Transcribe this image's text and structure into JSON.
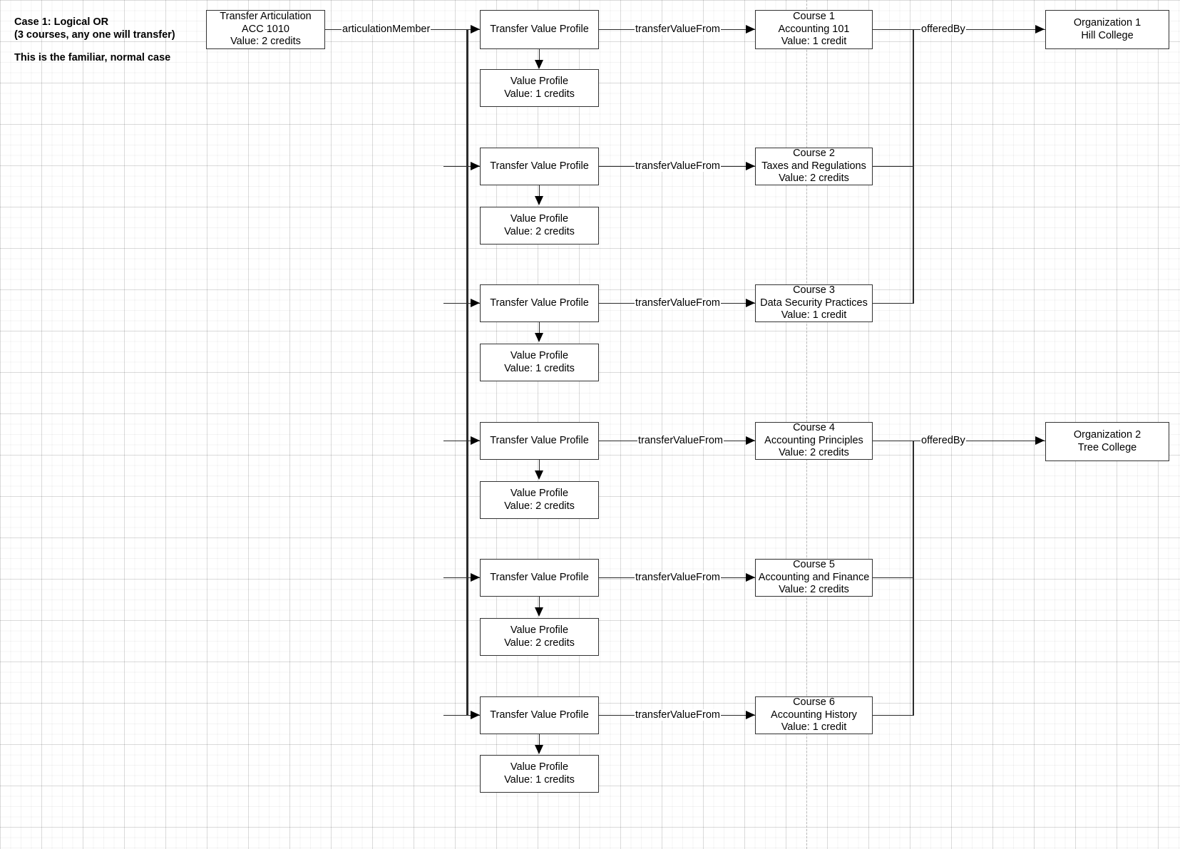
{
  "caption": {
    "title_line1": "Case 1: Logical OR",
    "title_line2": "(3 courses, any one will transfer)",
    "note": "This is the familiar, normal case"
  },
  "articulation": {
    "line1": "Transfer Articulation",
    "line2": "ACC 1010",
    "line3": "Value: 2 credits"
  },
  "edges": {
    "articulation_member": "articulationMember",
    "transfer_value_from": "transferValueFrom",
    "offered_by": "offeredBy"
  },
  "rows": [
    {
      "tvp_label": "Transfer Value Profile",
      "vp_line1": "Value Profile",
      "vp_line2": "Value: 1 credits",
      "course_line1": "Course 1",
      "course_line2": "Accounting 101",
      "course_line3": "Value: 1 credit"
    },
    {
      "tvp_label": "Transfer Value Profile",
      "vp_line1": "Value Profile",
      "vp_line2": "Value: 2 credits",
      "course_line1": "Course 2",
      "course_line2": "Taxes and Regulations",
      "course_line3": "Value: 2 credits"
    },
    {
      "tvp_label": "Transfer Value Profile",
      "vp_line1": "Value Profile",
      "vp_line2": "Value: 1 credits",
      "course_line1": "Course 3",
      "course_line2": "Data Security Practices",
      "course_line3": "Value: 1 credit"
    },
    {
      "tvp_label": "Transfer Value Profile",
      "vp_line1": "Value Profile",
      "vp_line2": "Value: 2 credits",
      "course_line1": "Course 4",
      "course_line2": "Accounting Principles",
      "course_line3": "Value: 2 credits"
    },
    {
      "tvp_label": "Transfer Value Profile",
      "vp_line1": "Value Profile",
      "vp_line2": "Value: 2 credits",
      "course_line1": "Course 5",
      "course_line2": "Accounting and Finance",
      "course_line3": "Value: 2 credits"
    },
    {
      "tvp_label": "Transfer Value Profile",
      "vp_line1": "Value Profile",
      "vp_line2": "Value: 1 credits",
      "course_line1": "Course 6",
      "course_line2": "Accounting History",
      "course_line3": "Value: 1 credit"
    }
  ],
  "organizations": [
    {
      "line1": "Organization 1",
      "line2": "Hill College"
    },
    {
      "line1": "Organization 2",
      "line2": "Tree College"
    }
  ],
  "colors": {
    "box_border": "#333333",
    "connector": "#2b2b2b",
    "grid_minor": "#f2f2f2",
    "grid_major": "#e5e5e5",
    "guide_dash": "#b9b9b9",
    "text": "#000000",
    "background": "#ffffff"
  }
}
